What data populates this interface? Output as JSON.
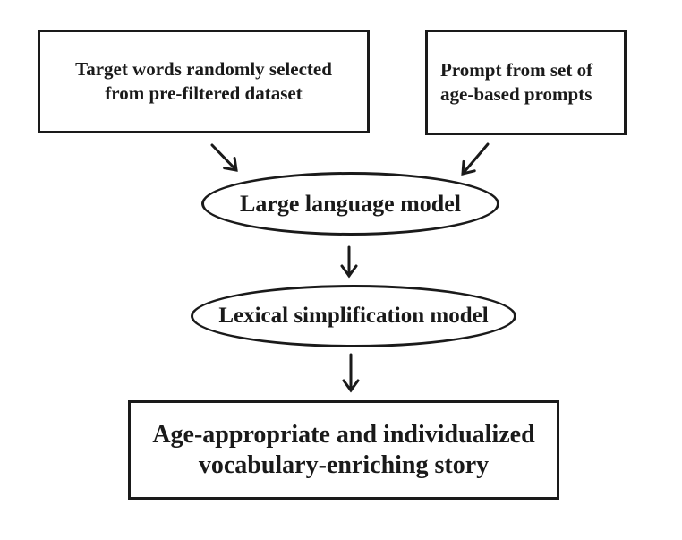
{
  "colors": {
    "ink": "#1a1a1a",
    "background": "#ffffff"
  },
  "diagram": {
    "target_words_box": {
      "lines": [
        "Target words randomly selected",
        "from pre-filtered dataset"
      ]
    },
    "prompt_box": {
      "lines": [
        "Prompt from set of",
        "age-based prompts"
      ]
    },
    "llm_ellipse": {
      "label": "Large language model"
    },
    "lexical_simplification_ellipse": {
      "label": "Lexical simplification model"
    },
    "output_box": {
      "lines": [
        "Age-appropriate and individualized",
        "vocabulary-enriching story"
      ]
    }
  }
}
